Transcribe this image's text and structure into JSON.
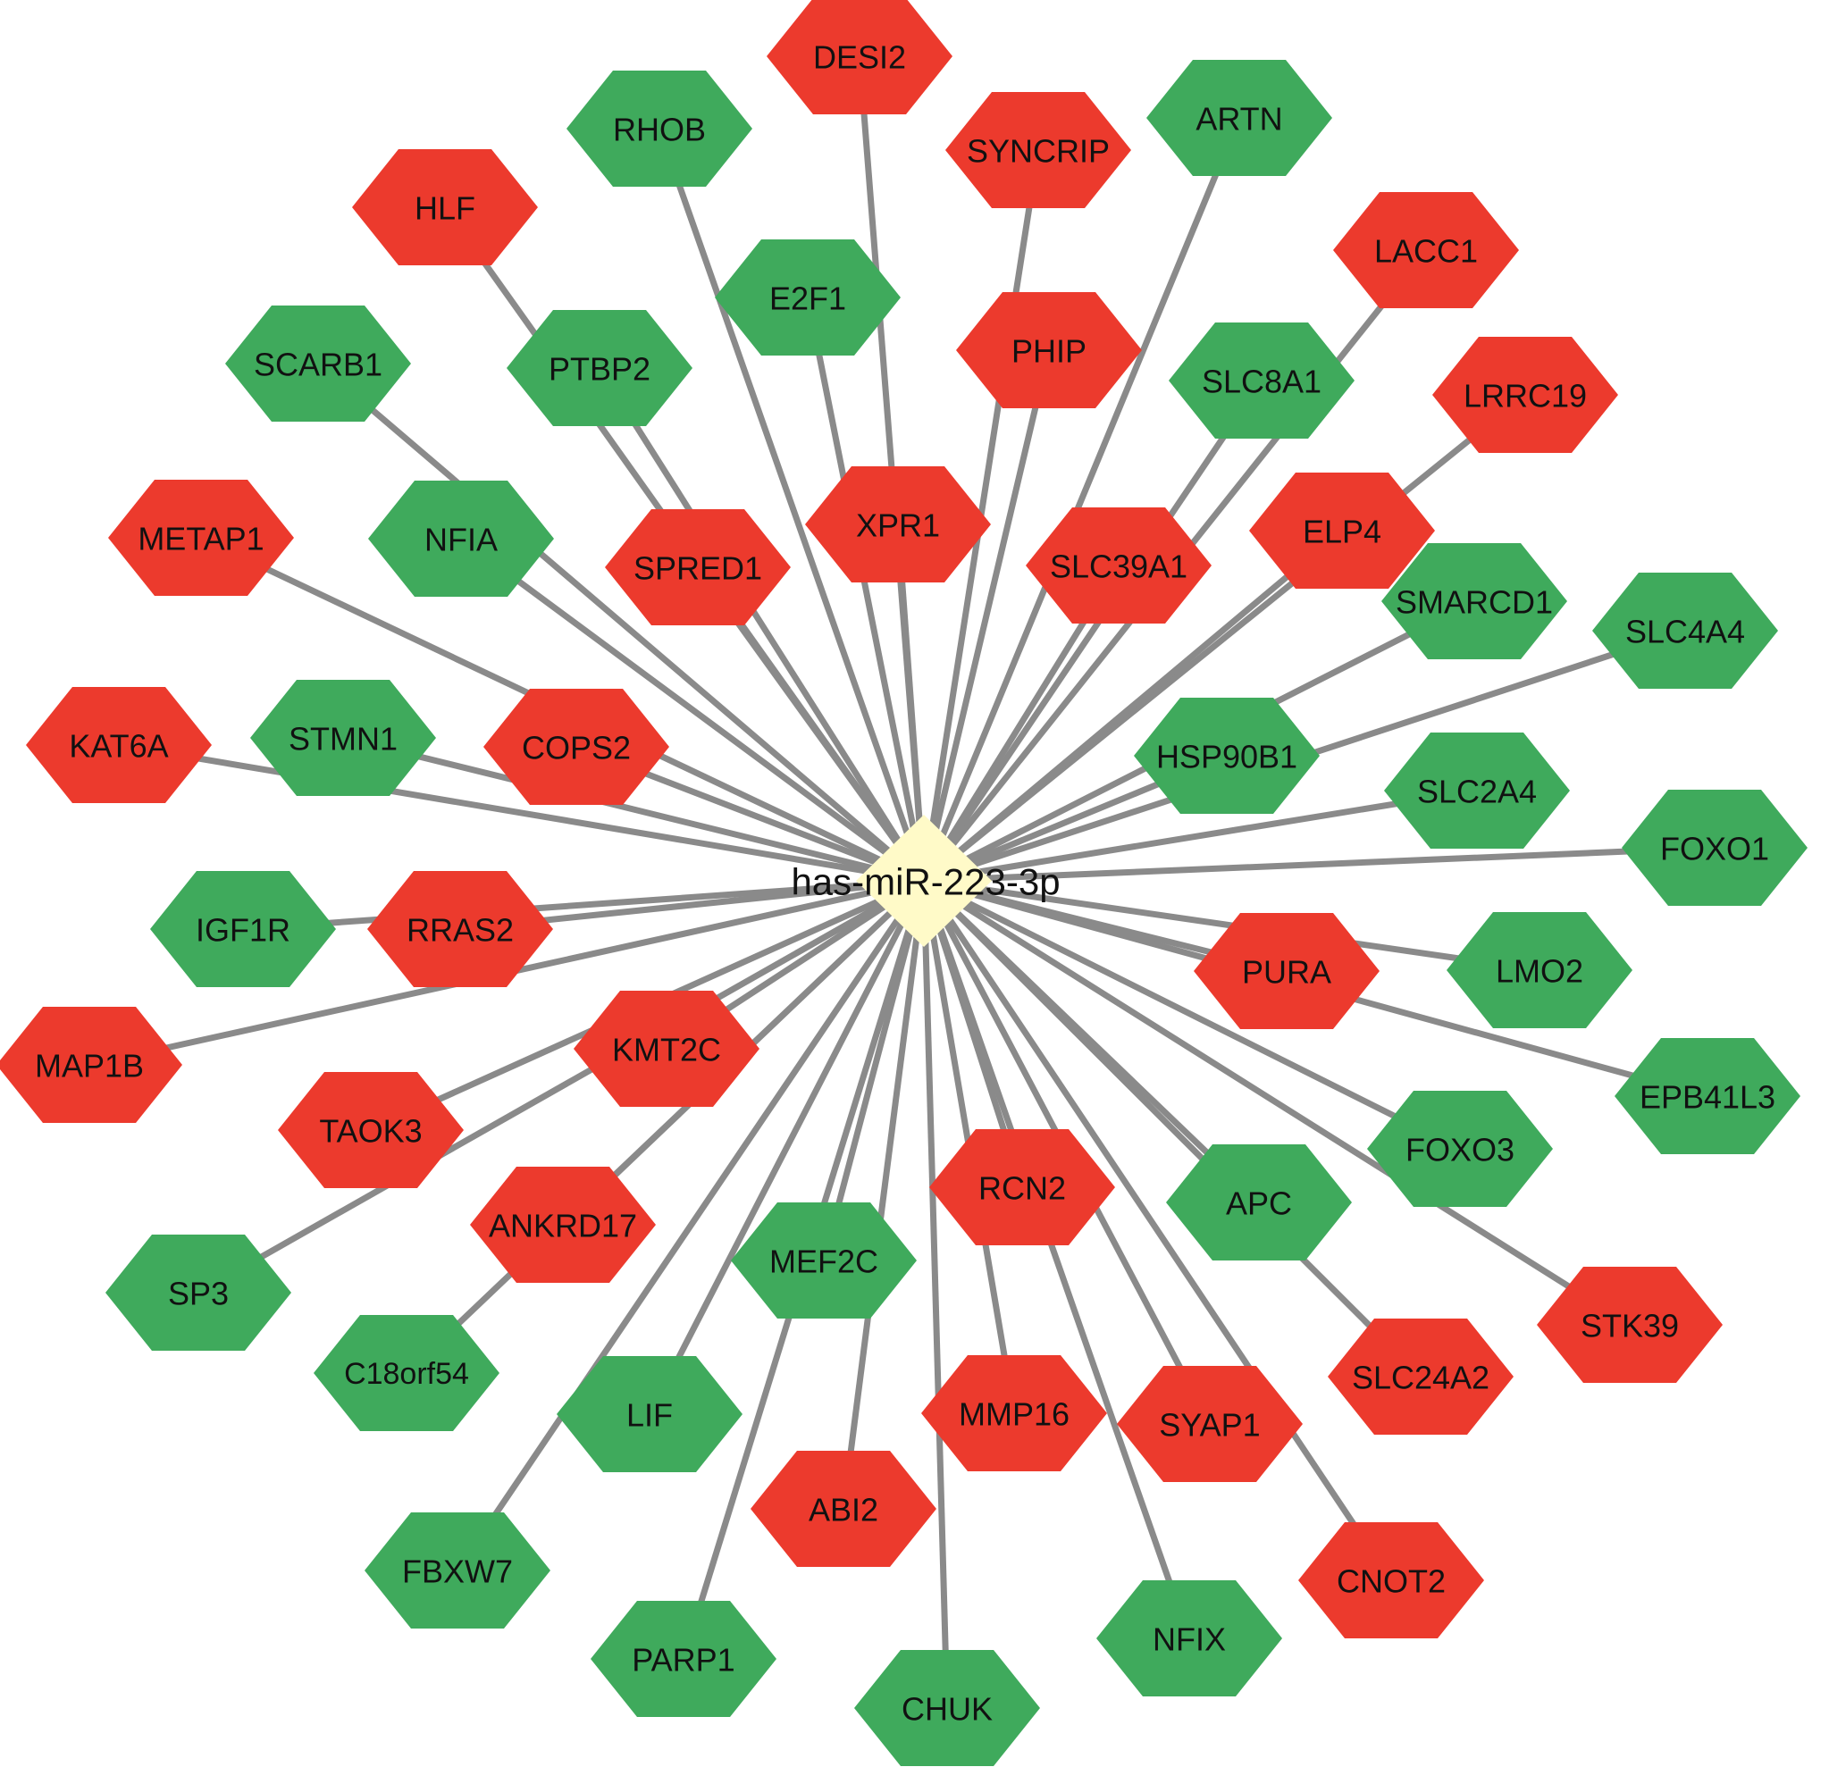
{
  "colors": {
    "down": "#3faa5c",
    "up": "#ec3a2d",
    "center": "#fffac8",
    "edge": "#8a8a8a"
  },
  "center": {
    "label": "has-miR-223-3p"
  },
  "targets": [
    {
      "label": "DESI2",
      "status": "up"
    },
    {
      "label": "RHOB",
      "status": "down"
    },
    {
      "label": "ARTN",
      "status": "down"
    },
    {
      "label": "SYNCRIP",
      "status": "up"
    },
    {
      "label": "HLF",
      "status": "up"
    },
    {
      "label": "LACC1",
      "status": "up"
    },
    {
      "label": "E2F1",
      "status": "down"
    },
    {
      "label": "PHIP",
      "status": "up"
    },
    {
      "label": "SCARB1",
      "status": "down"
    },
    {
      "label": "PTBP2",
      "status": "down"
    },
    {
      "label": "SLC8A1",
      "status": "down"
    },
    {
      "label": "LRRC19",
      "status": "up"
    },
    {
      "label": "XPR1",
      "status": "up"
    },
    {
      "label": "METAP1",
      "status": "up"
    },
    {
      "label": "NFIA",
      "status": "down"
    },
    {
      "label": "SPRED1",
      "status": "up"
    },
    {
      "label": "ELP4",
      "status": "up"
    },
    {
      "label": "SLC39A1",
      "status": "up"
    },
    {
      "label": "SMARCD1",
      "status": "down"
    },
    {
      "label": "SLC4A4",
      "status": "down"
    },
    {
      "label": "KAT6A",
      "status": "up"
    },
    {
      "label": "STMN1",
      "status": "down"
    },
    {
      "label": "COPS2",
      "status": "up"
    },
    {
      "label": "HSP90B1",
      "status": "down"
    },
    {
      "label": "SLC2A4",
      "status": "down"
    },
    {
      "label": "FOXO1",
      "status": "down"
    },
    {
      "label": "IGF1R",
      "status": "down"
    },
    {
      "label": "RRAS2",
      "status": "up"
    },
    {
      "label": "PURA",
      "status": "up"
    },
    {
      "label": "LMO2",
      "status": "down"
    },
    {
      "label": "MAP1B",
      "status": "up"
    },
    {
      "label": "KMT2C",
      "status": "up"
    },
    {
      "label": "EPB41L3",
      "status": "down"
    },
    {
      "label": "TAOK3",
      "status": "up"
    },
    {
      "label": "FOXO3",
      "status": "down"
    },
    {
      "label": "RCN2",
      "status": "up"
    },
    {
      "label": "APC",
      "status": "down"
    },
    {
      "label": "ANKRD17",
      "status": "up"
    },
    {
      "label": "MEF2C",
      "status": "down"
    },
    {
      "label": "SP3",
      "status": "down"
    },
    {
      "label": "STK39",
      "status": "up"
    },
    {
      "label": "C18orf54",
      "status": "down"
    },
    {
      "label": "SLC24A2",
      "status": "up"
    },
    {
      "label": "LIF",
      "status": "down"
    },
    {
      "label": "MMP16",
      "status": "up"
    },
    {
      "label": "SYAP1",
      "status": "up"
    },
    {
      "label": "ABI2",
      "status": "up"
    },
    {
      "label": "FBXW7",
      "status": "down"
    },
    {
      "label": "CNOT2",
      "status": "up"
    },
    {
      "label": "NFIX",
      "status": "down"
    },
    {
      "label": "PARP1",
      "status": "down"
    },
    {
      "label": "CHUK",
      "status": "down"
    }
  ]
}
